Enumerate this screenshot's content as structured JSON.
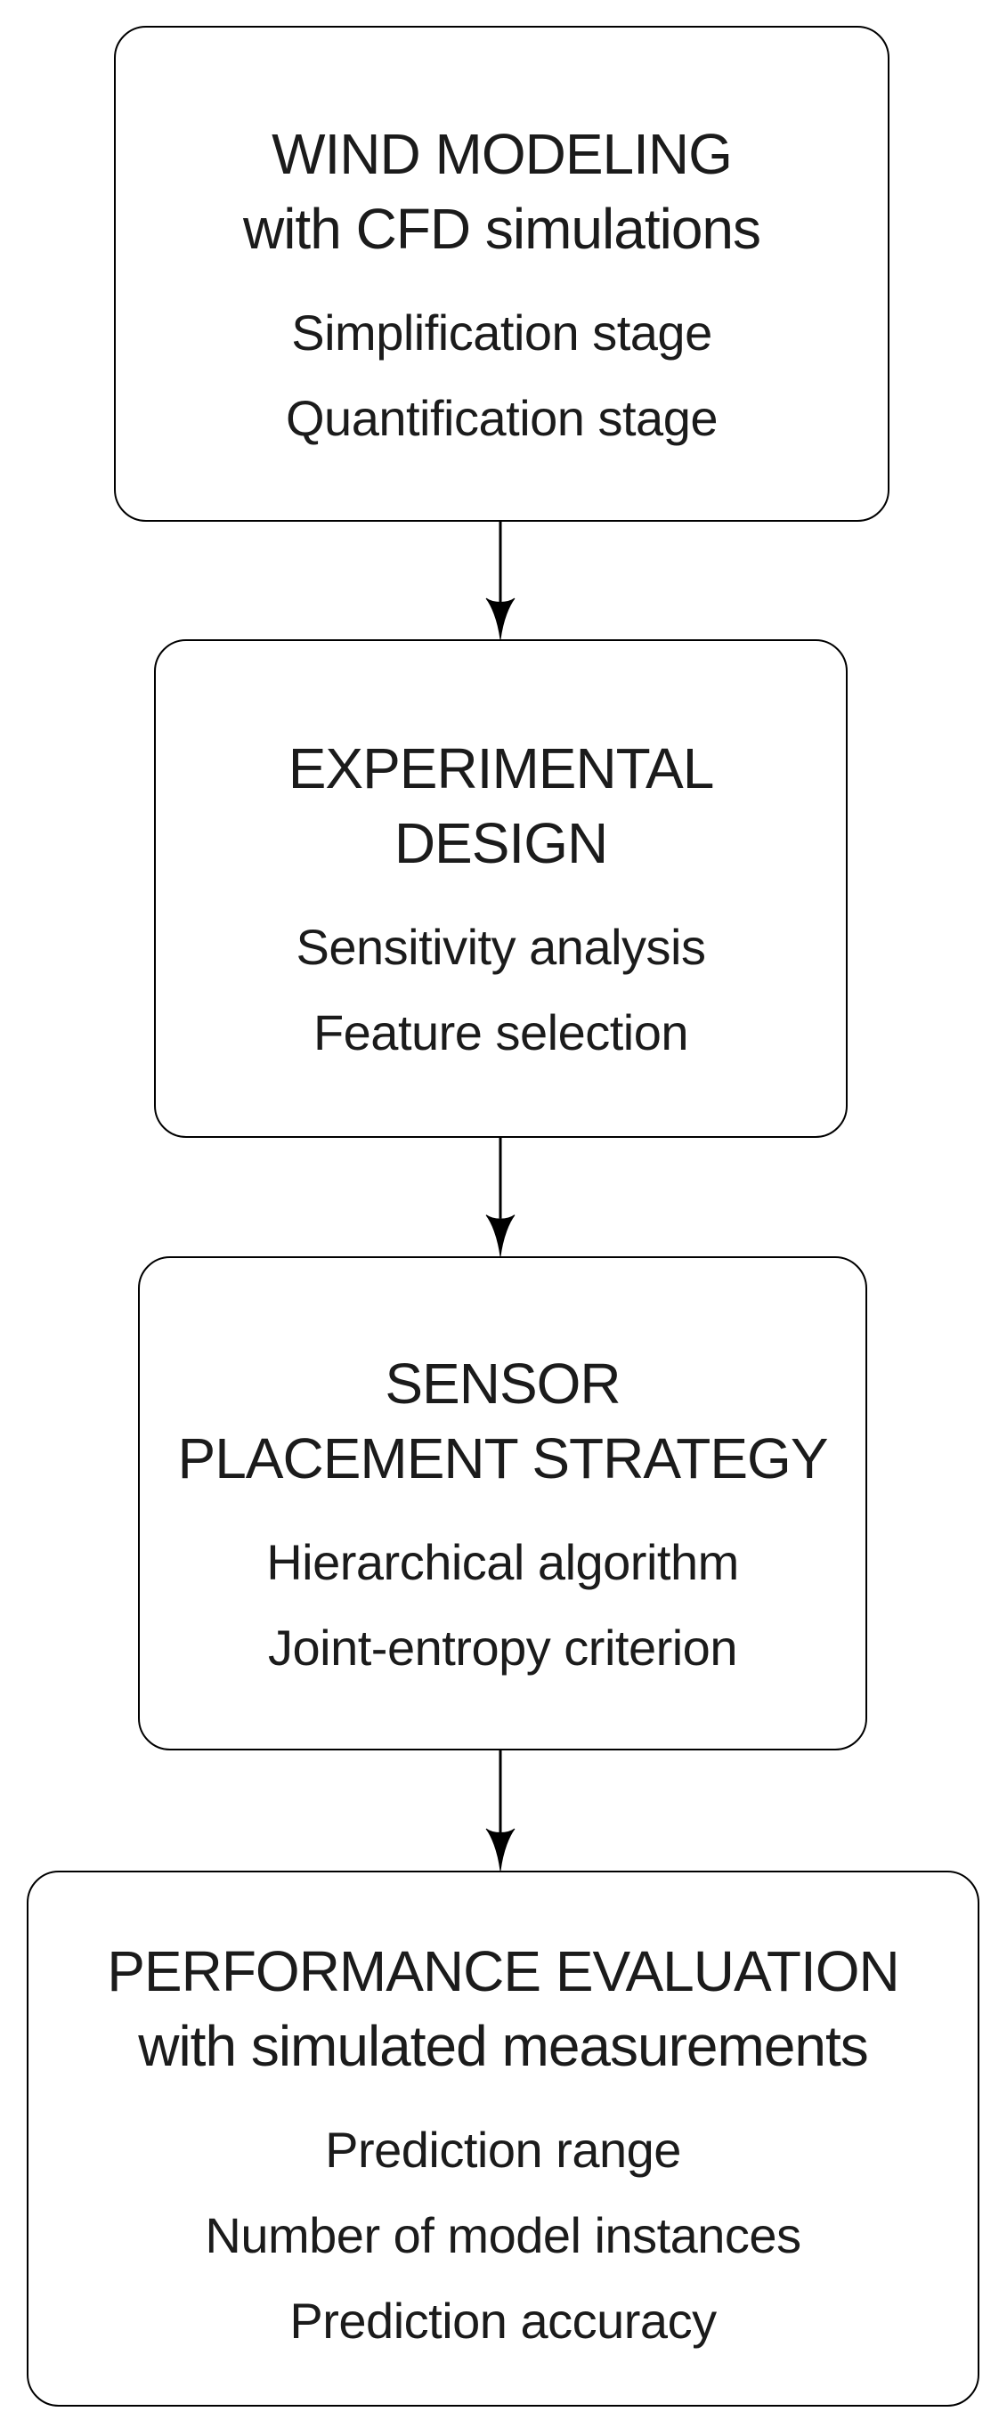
{
  "flowchart": {
    "background_color": "#ffffff",
    "box_border_color": "#000000",
    "text_color": "#1b1b1b",
    "arrow_color": "#000000",
    "boxes": [
      {
        "title_lines": [
          "WIND MODELING",
          "with CFD simulations"
        ],
        "items": [
          "Simplification stage",
          "Quantification stage"
        ]
      },
      {
        "title_lines": [
          "EXPERIMENTAL",
          "DESIGN"
        ],
        "items": [
          "Sensitivity analysis",
          "Feature selection"
        ]
      },
      {
        "title_lines": [
          "SENSOR",
          "PLACEMENT STRATEGY"
        ],
        "items": [
          "Hierarchical algorithm",
          "Joint-entropy criterion"
        ]
      },
      {
        "title_lines": [
          "PERFORMANCE EVALUATION",
          "with simulated measurements"
        ],
        "items": [
          "Prediction range",
          "Number of model instances",
          "Prediction accuracy"
        ]
      }
    ],
    "connectors": [
      {
        "from_box": 1,
        "to_box": 2,
        "direction": "down"
      },
      {
        "from_box": 2,
        "to_box": 3,
        "direction": "down"
      },
      {
        "from_box": 3,
        "to_box": 4,
        "direction": "down"
      }
    ]
  }
}
